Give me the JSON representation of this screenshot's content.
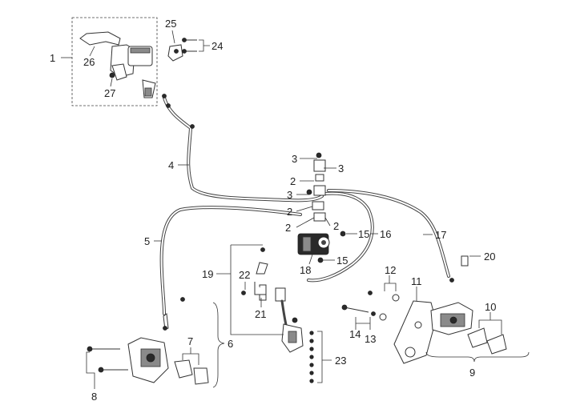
{
  "callouts": [
    {
      "id": "c1",
      "text": "1"
    },
    {
      "id": "c2a",
      "text": "2"
    },
    {
      "id": "c2b",
      "text": "2"
    },
    {
      "id": "c2c",
      "text": "2"
    },
    {
      "id": "c2d",
      "text": "2"
    },
    {
      "id": "c3a",
      "text": "3"
    },
    {
      "id": "c3b",
      "text": "3"
    },
    {
      "id": "c3c",
      "text": "3"
    },
    {
      "id": "c4",
      "text": "4"
    },
    {
      "id": "c5",
      "text": "5"
    },
    {
      "id": "c6",
      "text": "6"
    },
    {
      "id": "c7",
      "text": "7"
    },
    {
      "id": "c8",
      "text": "8"
    },
    {
      "id": "c9",
      "text": "9"
    },
    {
      "id": "c10",
      "text": "10"
    },
    {
      "id": "c11",
      "text": "11"
    },
    {
      "id": "c12",
      "text": "12"
    },
    {
      "id": "c13",
      "text": "13"
    },
    {
      "id": "c14",
      "text": "14"
    },
    {
      "id": "c15a",
      "text": "15"
    },
    {
      "id": "c15b",
      "text": "15"
    },
    {
      "id": "c16",
      "text": "16"
    },
    {
      "id": "c17",
      "text": "17"
    },
    {
      "id": "c18",
      "text": "18"
    },
    {
      "id": "c19",
      "text": "19"
    },
    {
      "id": "c20",
      "text": "20"
    },
    {
      "id": "c21",
      "text": "21"
    },
    {
      "id": "c22",
      "text": "22"
    },
    {
      "id": "c23",
      "text": "23"
    },
    {
      "id": "c24",
      "text": "24"
    },
    {
      "id": "c25",
      "text": "25"
    },
    {
      "id": "c26",
      "text": "26"
    },
    {
      "id": "c27",
      "text": "27"
    }
  ]
}
